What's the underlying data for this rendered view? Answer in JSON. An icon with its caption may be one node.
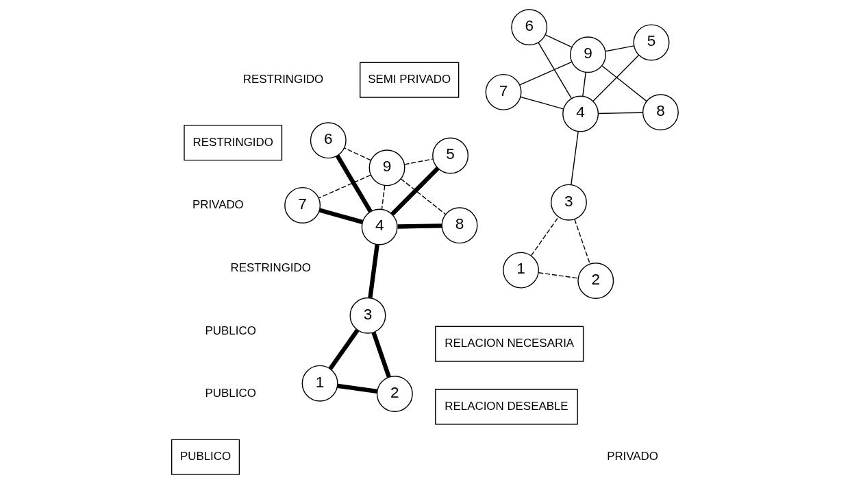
{
  "diagram": {
    "nodes": [
      {
        "text": [
          "1"
        ]
      },
      {
        "text": [
          "2"
        ]
      },
      {
        "text": [
          "3"
        ]
      },
      {
        "text": [
          "4"
        ]
      },
      {
        "text": [
          "5"
        ]
      },
      {
        "text": [
          "6"
        ]
      },
      {
        "text": [
          "7"
        ]
      },
      {
        "text": [
          "8"
        ]
      },
      {
        "text": [
          "9"
        ]
      },
      {
        "text": [
          "1"
        ]
      },
      {
        "text": [
          "2"
        ]
      },
      {
        "text": [
          "3"
        ]
      },
      {
        "text": [
          "4"
        ]
      },
      {
        "text": [
          "5"
        ]
      },
      {
        "text": [
          "6"
        ]
      },
      {
        "text": [
          "7"
        ]
      },
      {
        "text": [
          "8"
        ]
      },
      {
        "text": [
          "9"
        ]
      }
    ],
    "edges": [
      {
        "from": 0,
        "to": 2,
        "arrow": "none",
        "style": "thick"
      },
      {
        "from": 0,
        "to": 1,
        "arrow": "none",
        "style": "thick"
      },
      {
        "from": 2,
        "to": 1,
        "arrow": "none",
        "style": "thick"
      },
      {
        "from": 2,
        "to": 3,
        "arrow": "none",
        "style": "thick"
      },
      {
        "from": 6,
        "to": 3,
        "arrow": "none",
        "style": "thick"
      },
      {
        "from": 4,
        "to": 3,
        "arrow": "none",
        "style": "thick"
      },
      {
        "from": 3,
        "to": 5,
        "arrow": "none",
        "style": "thick"
      },
      {
        "from": 3,
        "to": 7,
        "arrow": "none",
        "style": "thick"
      },
      {
        "from": 8,
        "to": 6,
        "arrow": "none",
        "style": "dashed"
      },
      {
        "from": 8,
        "to": 4,
        "arrow": "none",
        "style": "dashed"
      },
      {
        "from": 8,
        "to": 3,
        "arrow": "none",
        "style": "dashed"
      },
      {
        "from": 8,
        "to": 5,
        "arrow": "none",
        "style": "dashed"
      },
      {
        "from": 8,
        "to": 7,
        "arrow": "none",
        "style": "dashed"
      },
      {
        "from": 9,
        "to": 11,
        "arrow": "none",
        "style": "dashed"
      },
      {
        "from": 9,
        "to": 10,
        "arrow": "none",
        "style": "dashed"
      },
      {
        "from": 11,
        "to": 10,
        "arrow": "none",
        "style": "dashed"
      },
      {
        "from": 11,
        "to": 12,
        "arrow": "none"
      },
      {
        "from": 15,
        "to": 12,
        "arrow": "none"
      },
      {
        "from": 13,
        "to": 12,
        "arrow": "none"
      },
      {
        "from": 12,
        "to": 14,
        "arrow": "none"
      },
      {
        "from": 12,
        "to": 16,
        "arrow": "none"
      },
      {
        "from": 17,
        "to": 15,
        "arrow": "none"
      },
      {
        "from": 17,
        "to": 13,
        "arrow": "none"
      },
      {
        "from": 17,
        "to": 12,
        "arrow": "none"
      },
      {
        "from": 17,
        "to": 14,
        "arrow": "none"
      },
      {
        "from": 17,
        "to": 16,
        "arrow": "none"
      }
    ],
    "labels": [
      "PUBLICO",
      "PUBLICO",
      "RESTRINGIDO",
      "PRIVADO",
      "RESTRINGIDO",
      "PRIVADO"
    ],
    "legend": [
      {
        "text": "RELACION NECESARIA"
      },
      {
        "text": "RELACION DESEABLE"
      },
      {
        "text": "PUBLICO"
      },
      {
        "text": "SEMI PRIVADO"
      },
      {
        "text": "RESTRINGIDO"
      }
    ]
  }
}
